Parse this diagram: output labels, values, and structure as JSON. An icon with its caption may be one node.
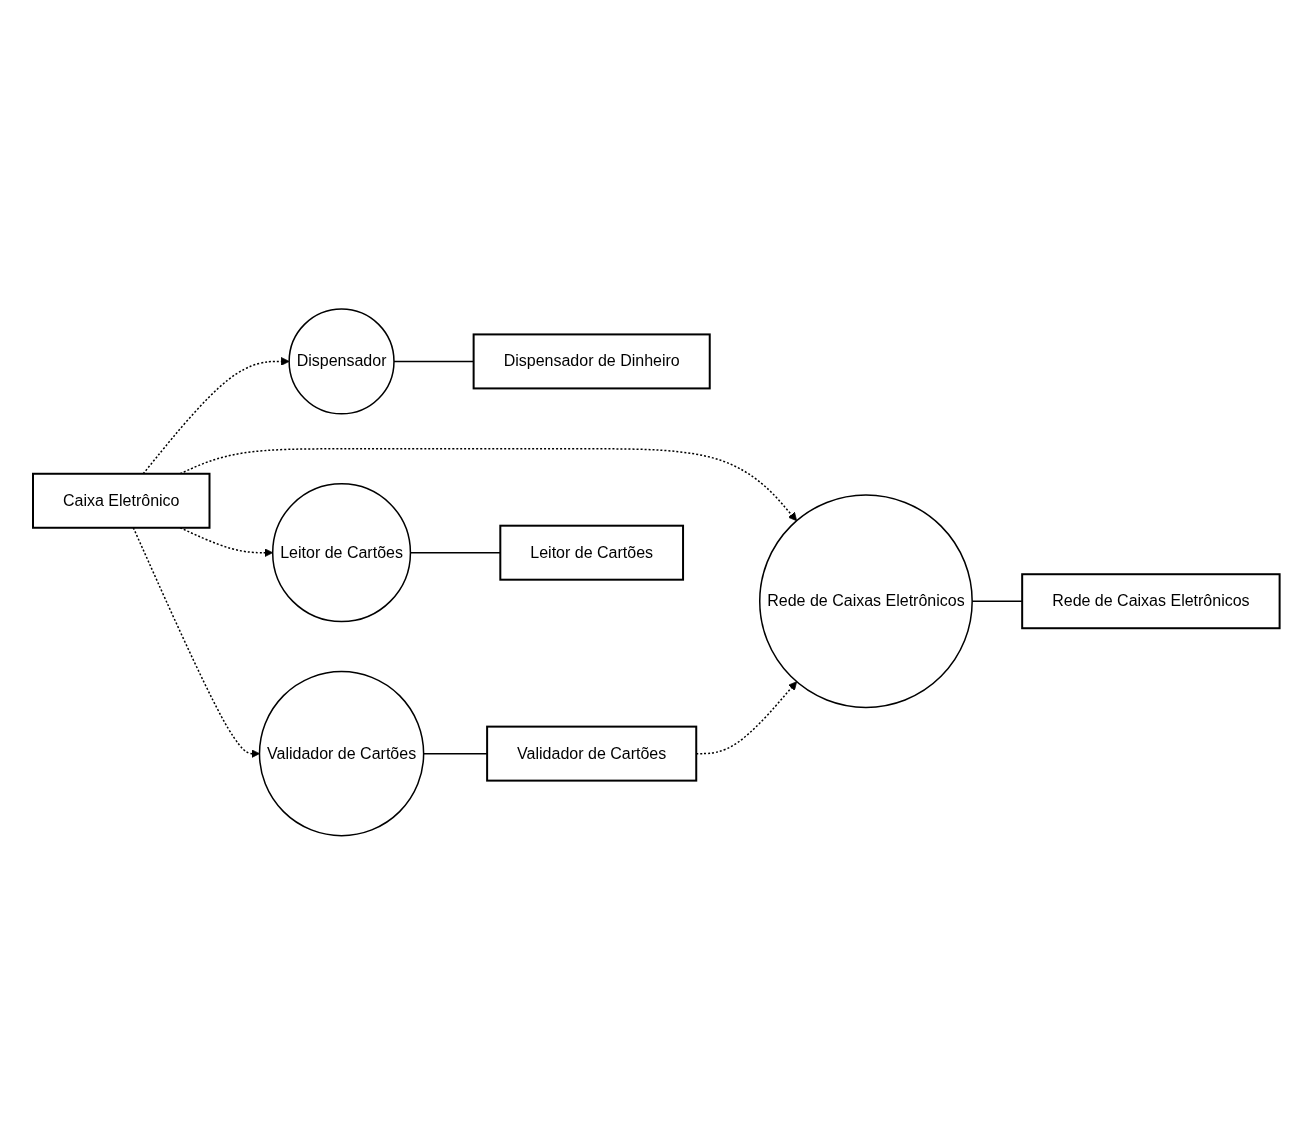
{
  "diagram": {
    "nodes": [
      {
        "text": [
          "Caixa Eletrônico"
        ]
      },
      {
        "text": [
          "Dispensador de Dinheiro"
        ]
      },
      {
        "text": [
          "Dispensador"
        ]
      },
      {
        "text": [
          "Validador de Cartões"
        ]
      },
      {
        "text": [
          "Validador de Cartões"
        ]
      },
      {
        "text": [
          "Rede de Caixas Eletrônicos"
        ]
      },
      {
        "text": [
          "Rede de Caixas Eletrônicos"
        ]
      },
      {
        "text": [
          "Leitor de Cartões"
        ]
      },
      {
        "text": [
          "Leitor de Cartões"
        ]
      }
    ],
    "edges": [
      {
        "from": 0,
        "to": 2,
        "arrow": "to",
        "style": "dashed"
      },
      {
        "from": 2,
        "to": 1,
        "arrow": "none"
      },
      {
        "from": 0,
        "to": 4,
        "arrow": "to",
        "style": "dashed"
      },
      {
        "from": 4,
        "to": 3,
        "arrow": "none"
      },
      {
        "from": 0,
        "to": 6,
        "arrow": "to",
        "style": "dashed"
      },
      {
        "from": 3,
        "to": 6,
        "arrow": "to",
        "style": "dashed"
      },
      {
        "from": 6,
        "to": 5,
        "arrow": "none"
      },
      {
        "from": 0,
        "to": 8,
        "arrow": "to",
        "style": "dashed"
      },
      {
        "from": 8,
        "to": 7,
        "arrow": "none"
      }
    ]
  }
}
